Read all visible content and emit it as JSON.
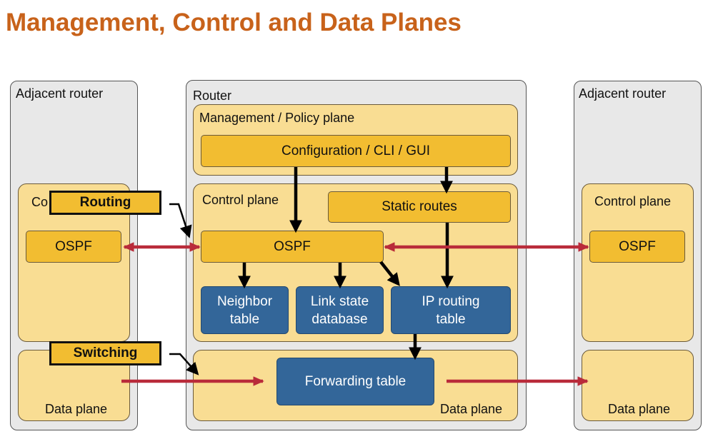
{
  "title": "Management, Control and Data Planes",
  "left_router": {
    "label": "Adjacent router",
    "control_plane_label": "Co",
    "ospf_label": "OSPF",
    "data_plane_label": "Data plane"
  },
  "router": {
    "label": "Router",
    "management_plane": {
      "label": "Management / Policy plane",
      "config_label": "Configuration / CLI / GUI"
    },
    "control_plane": {
      "label": "Control plane",
      "static_routes_label": "Static routes",
      "ospf_label": "OSPF",
      "tables": [
        {
          "line1": "Neighbor",
          "line2": "table"
        },
        {
          "line1": "Link state",
          "line2": "database"
        },
        {
          "line1": "IP routing",
          "line2": "table"
        }
      ]
    },
    "data_plane": {
      "label": "Data plane",
      "forwarding_table_label": "Forwarding table"
    }
  },
  "right_router": {
    "label": "Adjacent router",
    "control_plane_label": "Control plane",
    "ospf_label": "OSPF",
    "data_plane_label": "Data plane"
  },
  "callouts": {
    "routing": "Routing",
    "switching": "Switching"
  },
  "colors": {
    "title": "#c8621a",
    "plane_fill": "#f9dd93",
    "gold_fill": "#f2bd31",
    "table_fill": "#336699",
    "router_fill": "#e8e8e8",
    "traffic_arrow": "#b92b3a"
  }
}
